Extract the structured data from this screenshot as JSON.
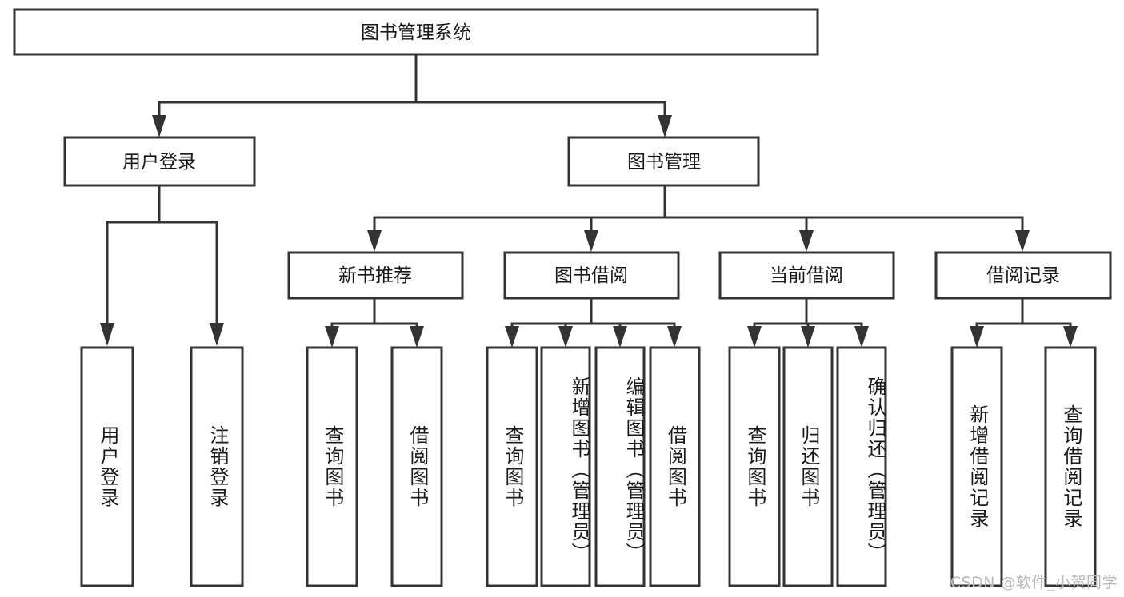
{
  "diagram": {
    "title": "图书管理系统",
    "watermark": "CSDN @软件_小贺同学",
    "stroke_color": "#333333",
    "fill_color": "#ffffff",
    "text_color": "#1a1a1a",
    "watermark_color": "#b9b9b9"
  },
  "root": {
    "label": "图书管理系统"
  },
  "level2": [
    {
      "label": "用户登录"
    },
    {
      "label": "图书管理"
    }
  ],
  "level3": [
    {
      "label": "新书推荐"
    },
    {
      "label": "图书借阅"
    },
    {
      "label": "当前借阅"
    },
    {
      "label": "借阅记录"
    }
  ],
  "leaves": {
    "user_login": [
      {
        "label": "用户登录"
      },
      {
        "label": "注销登录"
      }
    ],
    "new_book_rec": [
      {
        "label": "查询图书"
      },
      {
        "label": "借阅图书"
      }
    ],
    "book_borrow": [
      {
        "label": "查询图书"
      },
      {
        "label": "新增图书（管理员）"
      },
      {
        "label": "编辑图书（管理员）"
      },
      {
        "label": "借阅图书"
      }
    ],
    "current_borrow": [
      {
        "label": "查询图书"
      },
      {
        "label": "归还图书"
      },
      {
        "label": "确认归还（管理员）"
      }
    ],
    "borrow_record": [
      {
        "label": "新增借阅记录"
      },
      {
        "label": "查询借阅记录"
      }
    ]
  }
}
